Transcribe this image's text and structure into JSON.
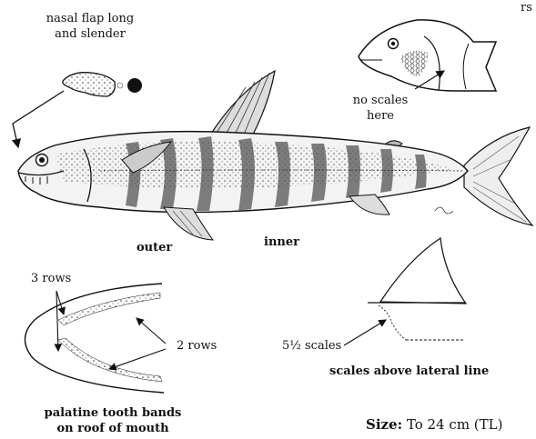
{
  "labels": {
    "top_partial": "rs",
    "nasal_flap_line1": "nasal flap long",
    "nasal_flap_line2": "and slender",
    "no_scales_line1": "no scales",
    "no_scales_line2": "here",
    "outer": "outer",
    "inner": "inner",
    "three_rows": "3 rows",
    "two_rows": "2 rows",
    "five_half_scales": "5½ scales",
    "scales_above_lateral_line": "scales above lateral line",
    "palatine_line1": "palatine tooth bands",
    "palatine_line2": "on roof of mouth",
    "size_label": "Size:",
    "size_value": "To 24 cm (TL)"
  }
}
